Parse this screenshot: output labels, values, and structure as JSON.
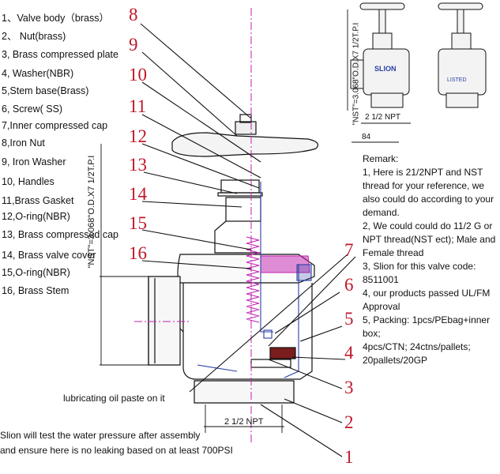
{
  "parts": [
    "1、Valve body（brass）",
    "2、 Nut(brass)",
    "3, Brass compressed plate",
    "4, Washer(NBR)",
    "5,Stem base(Brass)",
    "6, Screw( SS)",
    "7,Inner compressed cap",
    "8,Iron Nut",
    "9, Iron Washer",
    "10, Handles",
    "11,Brass Gasket",
    "12,O-ring(NBR)",
    "13, Brass compressed cap",
    "14, Brass valve cover",
    "15,O-ring(NBR)",
    "16, Brass Stem"
  ],
  "callouts": [
    "8",
    "9",
    "10",
    "11",
    "12",
    "13",
    "14",
    "15",
    "16",
    "7",
    "6",
    "5",
    "4",
    "3",
    "2",
    "1"
  ],
  "dimensions": {
    "nst_left": "\"NST\"=3.068\"O.D.X7 1/2T.P.I",
    "nst_top": "\"NST\"=3.068\"O.D.X7 1/2T.P.I",
    "npt_bottom": "2 1/2 NPT",
    "npt_top": "2 1/2 NPT",
    "width_84": "84"
  },
  "product_labels": {
    "brand": "SLION",
    "listed": "LISTED"
  },
  "remarks": {
    "title": "Remark:",
    "items": [
      "1, Here is 21/2NPT and NST thread for your reference, we also could do according to your demand.",
      "2, We could could do 11/2 G or NPT thread(NST ect); Male and Female thread",
      "3, Slion for this valve code: 8511001",
      "4, our products passed UL/FM Approval",
      "5, Packing: 1pcs/PEbag+inner box;",
      "4pcs/CTN; 24ctns/pallets; 20pallets/20GP"
    ]
  },
  "notes": {
    "lubricating": "lubricating oil paste on it",
    "pressure_line1": "Slion will test the water pressure after assembly",
    "pressure_line2": "and ensure here is no leaking based on at least 700PSI"
  },
  "colors": {
    "callout_red": "#c0182a",
    "line_blue": "#2a3fa6",
    "center_magenta": "#c21fb0",
    "line_black": "#111111"
  }
}
